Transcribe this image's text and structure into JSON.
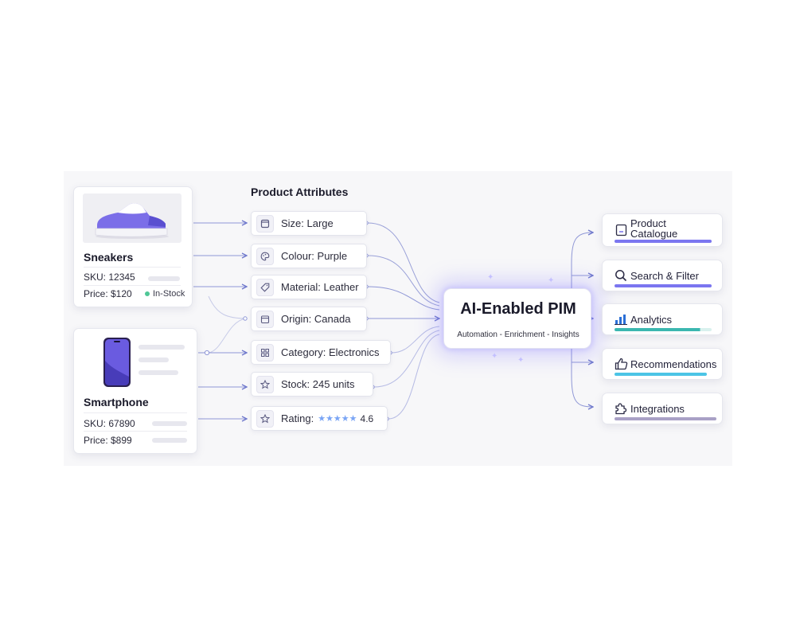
{
  "products": [
    {
      "name": "Sneakers",
      "sku": "SKU: 12345",
      "price": "Price: $120",
      "stock": "In-Stock"
    },
    {
      "name": "Smartphone",
      "sku": "SKU: 67890",
      "price": "Price: $899"
    }
  ],
  "attributes": {
    "title": "Product Attributes",
    "items": [
      {
        "label": "Size: Large",
        "icon": "tag-square-icon"
      },
      {
        "label": "Colour: Purple",
        "icon": "palette-icon"
      },
      {
        "label": "Material: Leather",
        "icon": "label-tag-icon"
      },
      {
        "label": "Origin: Canada",
        "icon": "calendar-icon"
      },
      {
        "label": "Category: Electronics",
        "icon": "grid-icon"
      },
      {
        "label": "Stock: 245 units",
        "icon": "star-outline-icon"
      },
      {
        "label": "Rating:",
        "icon": "star-outline-icon",
        "stars": "★★★★★",
        "value": "4.6"
      }
    ]
  },
  "hub": {
    "title": "AI-Enabled PIM",
    "subtitle": "Automation - Enrichment - Insights"
  },
  "outputs": [
    {
      "label_lines": [
        "Product",
        "Catalogue"
      ],
      "icon": "document-icon",
      "bar_color": "#7b76f0"
    },
    {
      "label": "Search & Filter",
      "icon": "search-icon",
      "bar_color": "#7b76f0"
    },
    {
      "label": "Analytics",
      "icon": "bar-chart-icon",
      "bar_color": "#3bb7b0"
    },
    {
      "label": "Recommendations",
      "icon": "thumbs-up-icon",
      "bar_color": "#4cc4e6"
    },
    {
      "label": "Integrations",
      "icon": "puzzle-icon",
      "bar_color": "#a9a1c6"
    }
  ],
  "colors": {
    "accent": "#6b63e8",
    "connector": "#8f97d6",
    "stock_dot": "#4fc796"
  }
}
